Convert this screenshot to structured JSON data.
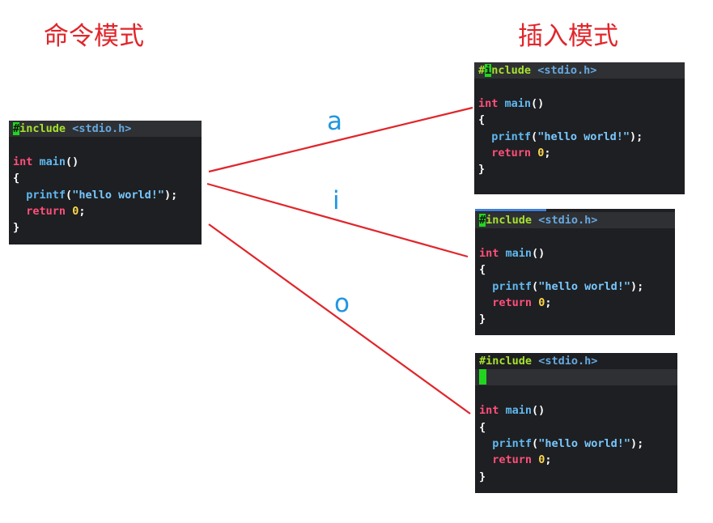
{
  "titles": {
    "left": "命令模式",
    "right": "插入模式"
  },
  "keys": [
    "a",
    "i",
    "o"
  ],
  "code": {
    "include_kw": "include",
    "include_hash": "#",
    "header": "<stdio.h>",
    "type": "int",
    "func": "main",
    "parens": "()",
    "open_brace": "{",
    "call": "printf",
    "string": "\"hello world!\"",
    "ret": "return",
    "zero": "0",
    "semi": ";",
    "close_brace": "}"
  },
  "colors": {
    "title": "#e0262b",
    "key_label": "#2196e0",
    "connector": "#e0262b",
    "terminal_bg": "#1e1f22",
    "cursor": "#21d51f"
  }
}
